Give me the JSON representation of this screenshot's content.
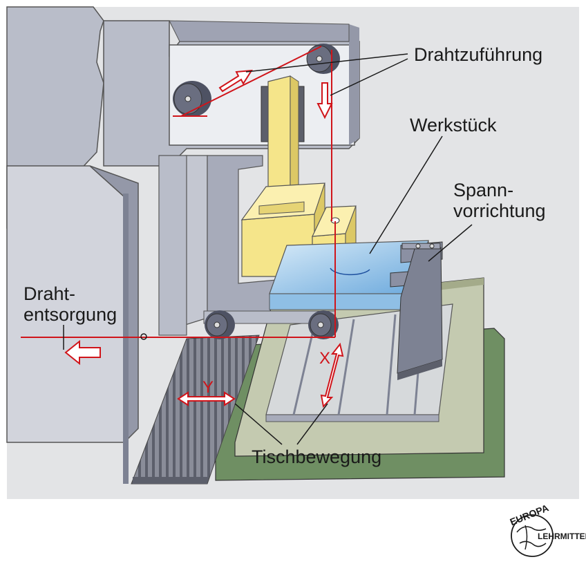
{
  "labels": {
    "wire_feed": "Drahtzuführung",
    "workpiece": "Werkstück",
    "clamp_line1": "Spann-",
    "clamp_line2": "vorrichtung",
    "wire_disposal_line1": "Draht-",
    "wire_disposal_line2": "entsorgung",
    "table_motion": "Tischbewegung",
    "axis_x": "X",
    "axis_y": "Y"
  },
  "logo": {
    "top": "EUROPA",
    "right": "LEHRMITTEL"
  },
  "colors": {
    "background": "#e3e4e6",
    "wire": "#d0141a",
    "frame": "#b9bdc9",
    "frame_dark": "#7d8293",
    "head": "#f5e58a",
    "workpiece": "#a9cdea",
    "table": "#c4cab0",
    "base": "#6f8f63"
  }
}
